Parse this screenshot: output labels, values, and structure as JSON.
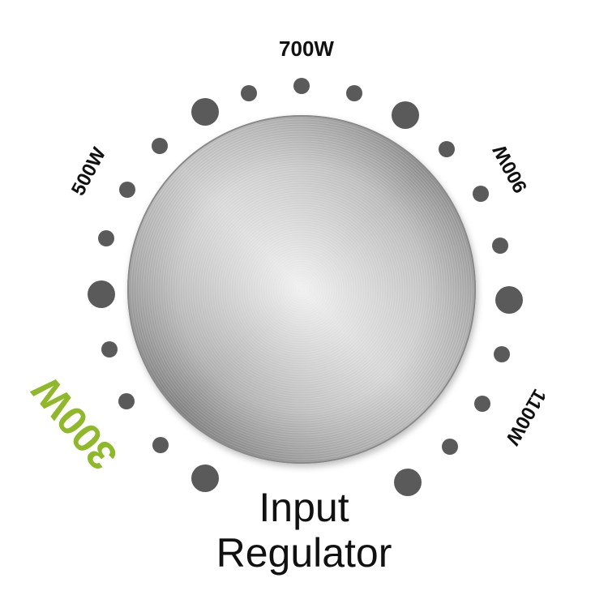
{
  "dial": {
    "labels": {
      "w700": "700W",
      "w500": "500W",
      "w900": "900W",
      "w1100": "1100W",
      "w300": "300W"
    },
    "selected_setting": "300W",
    "selected_color": "#8fb82a",
    "dot_color": "#5a5a5a",
    "label_color": "#111111"
  },
  "caption": {
    "line1": "Input",
    "line2": "Regulator"
  }
}
